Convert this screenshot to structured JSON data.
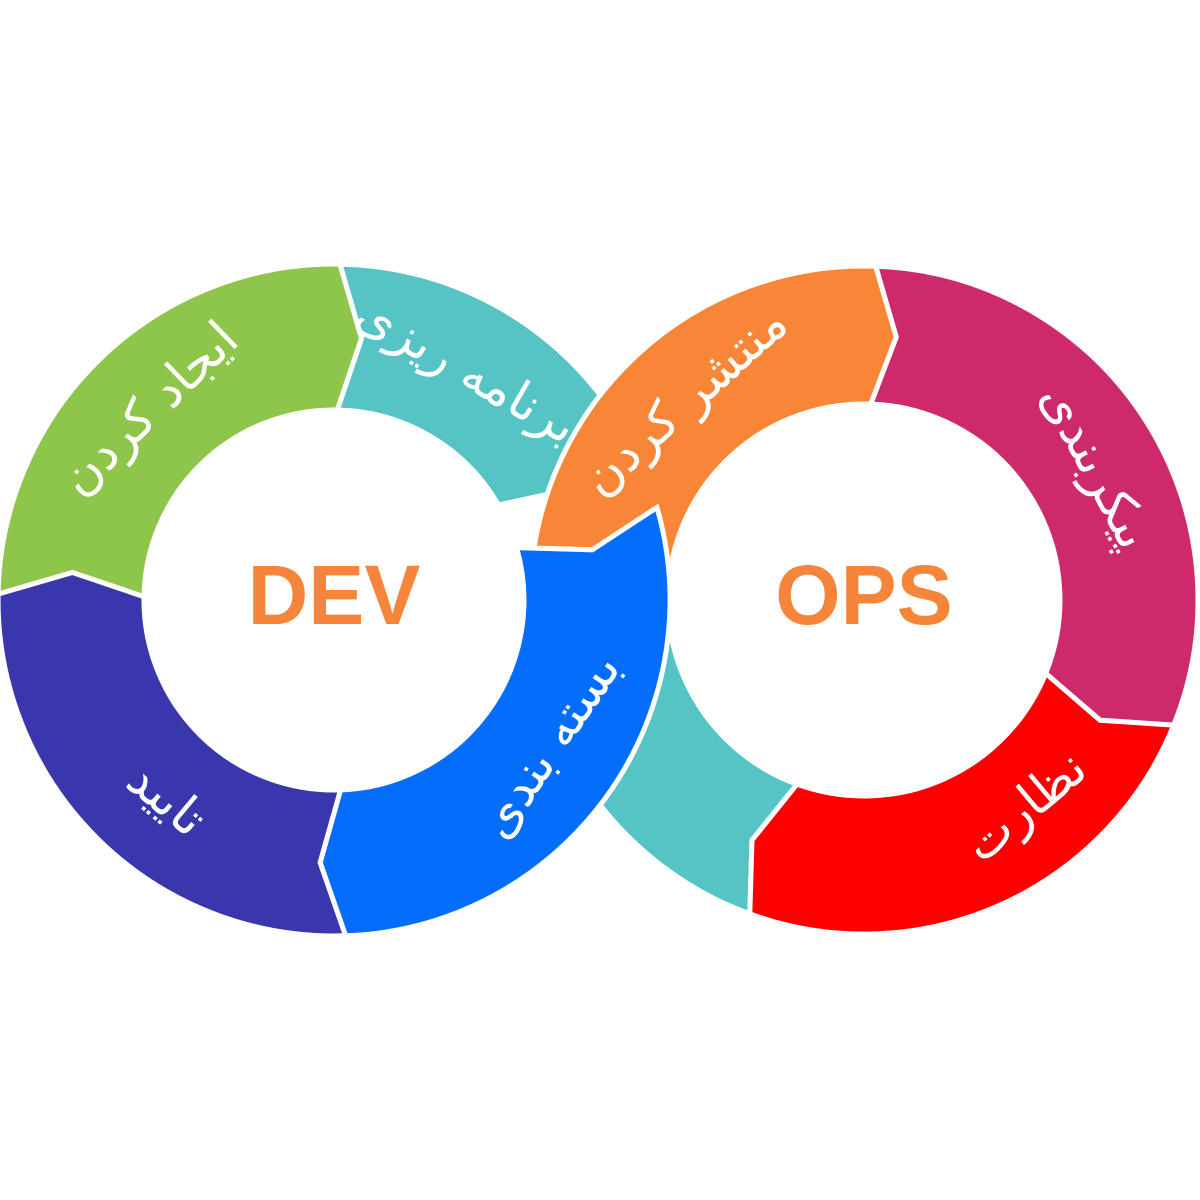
{
  "diagram": {
    "dev_hub": {
      "label": "DEV",
      "color": "#f5853a"
    },
    "ops_hub": {
      "label": "OPS",
      "color": "#f5853a"
    },
    "dev_segments": [
      {
        "key": "plan",
        "label": "برنامه ریزی",
        "color": "#56c4c4"
      },
      {
        "key": "create",
        "label": "ایجاد کردن",
        "color": "#8dc64a"
      },
      {
        "key": "verify",
        "label": "تایید",
        "color": "#3a37ad"
      },
      {
        "key": "package",
        "label": "بسته بندی",
        "color": "#056dfc"
      }
    ],
    "ops_segments": [
      {
        "key": "release",
        "label": "منتشر کردن",
        "color": "#f88636"
      },
      {
        "key": "configure",
        "label": "پیکربندی",
        "color": "#cd2a6c"
      },
      {
        "key": "monitor",
        "label": "نظارت",
        "color": "#fe0000"
      },
      {
        "key": "teal-link",
        "label": "",
        "color": "#56c4c4"
      }
    ]
  }
}
